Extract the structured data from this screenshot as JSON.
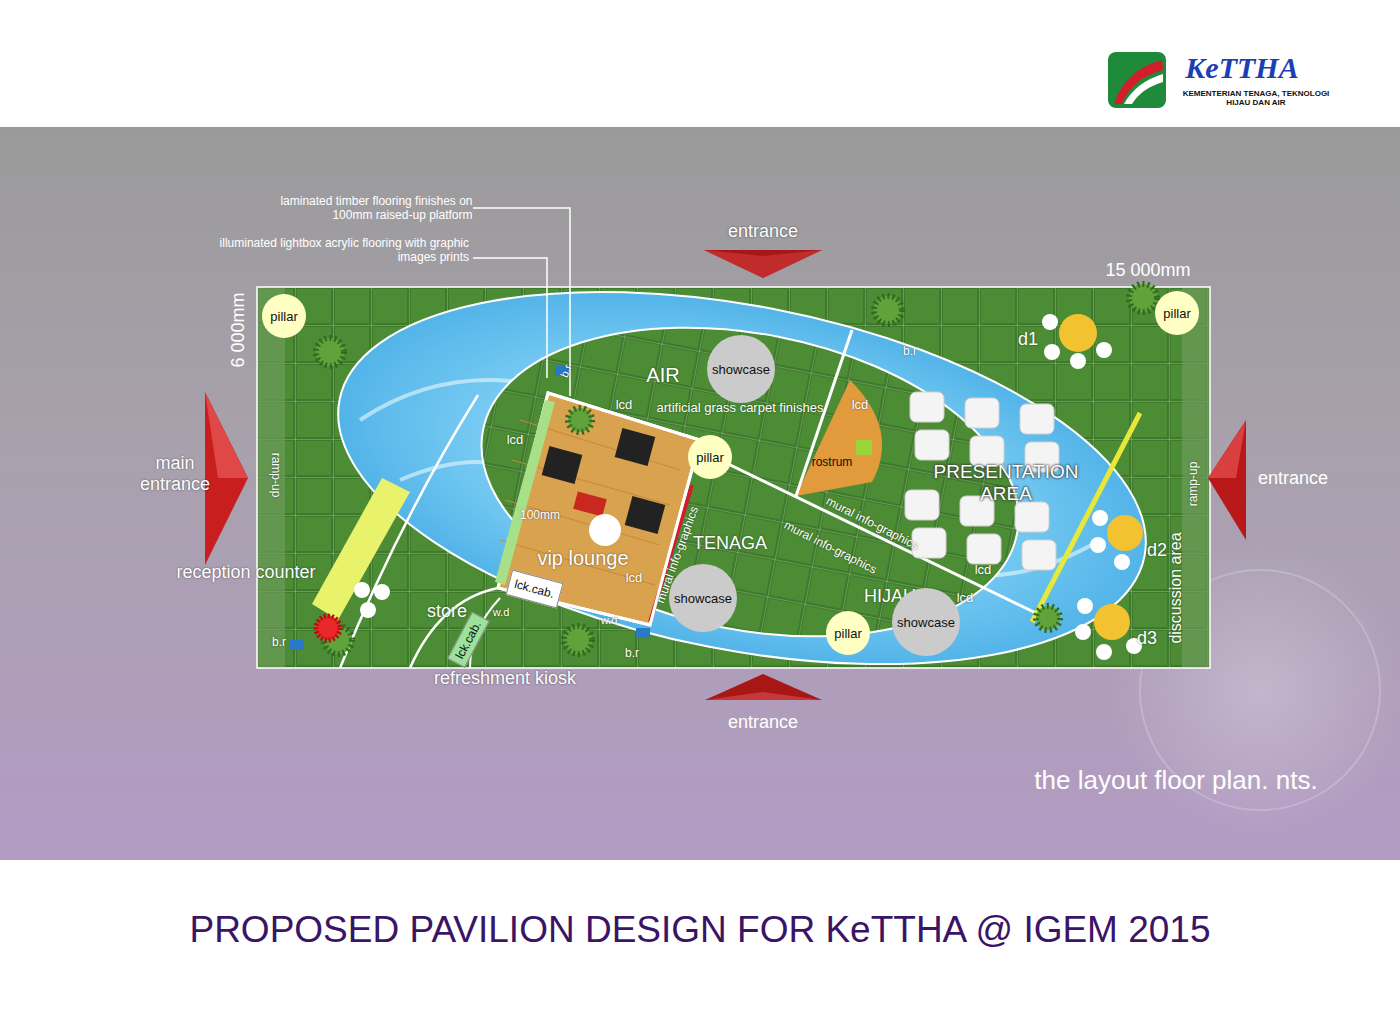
{
  "diagram": {
    "title": "PROPOSED PAVILION DESIGN FOR KeTTHA @ IGEM 2015",
    "caption": "the layout floor plan. nts.",
    "nodes": [
      {
        "text": [
          "pillar"
        ]
      },
      {
        "text": [
          "showcase"
        ]
      },
      {
        "text": [
          "pillar"
        ]
      },
      {
        "text": [
          "pillar"
        ]
      },
      {
        "text": [
          "showcase"
        ]
      },
      {
        "text": [
          "showcase"
        ]
      },
      {
        "text": [
          "pillar"
        ]
      },
      {
        "text": [
          "lck.cab."
        ]
      },
      {
        "text": [
          "lck.cab."
        ]
      }
    ],
    "edges": [],
    "labels": [
      "KeTTHA",
      "KEMENTERIAN TENAGA, TEKNOLOGI HIJAU DAN AIR",
      "laminated timber flooring finishes on 100mm raised-up platform",
      "illuminated lightbox acrylic flooring with graphic images prints",
      "entrance",
      "15 000mm",
      "6 000mm",
      "main entrance",
      "entrance",
      "ramp-up",
      "ramp-up",
      "b.r",
      "AIR",
      "b.r",
      "lcd",
      "artificial grass carpet finishes",
      "lcd",
      "lcd",
      "rostrum",
      "PRESENTATION AREA",
      "100mm",
      "vip lounge",
      "TENAGA",
      "mural info-graphics",
      "mural info-graphics",
      "mural info-graphics",
      "lcd",
      "lcd",
      "reception counter",
      "store",
      "w.d",
      "w.d",
      "HIJAU",
      "lcd",
      "d1",
      "d2",
      "d3",
      "discussion area",
      "b.r",
      "b.r",
      "refreshment kiosk",
      "entrance"
    ]
  }
}
